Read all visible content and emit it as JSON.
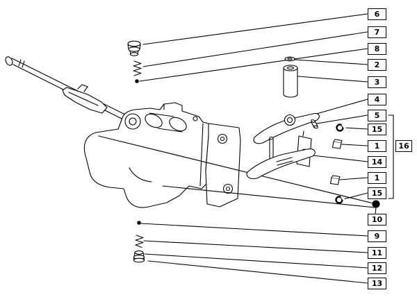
{
  "diagram": {
    "colors": {
      "line": "#000000",
      "background": "#ffffff",
      "ball_fill": "#000000"
    },
    "callouts": [
      {
        "label": "6"
      },
      {
        "label": "7"
      },
      {
        "label": "8"
      },
      {
        "label": "2"
      },
      {
        "label": "3"
      },
      {
        "label": "4"
      },
      {
        "label": "5"
      },
      {
        "label": "15"
      },
      {
        "label": "1"
      },
      {
        "label": "14"
      },
      {
        "label": "1"
      },
      {
        "label": "15"
      },
      {
        "label": "10"
      },
      {
        "label": "9"
      },
      {
        "label": "11"
      },
      {
        "label": "12"
      },
      {
        "label": "13"
      }
    ],
    "group": {
      "label": "16"
    }
  }
}
